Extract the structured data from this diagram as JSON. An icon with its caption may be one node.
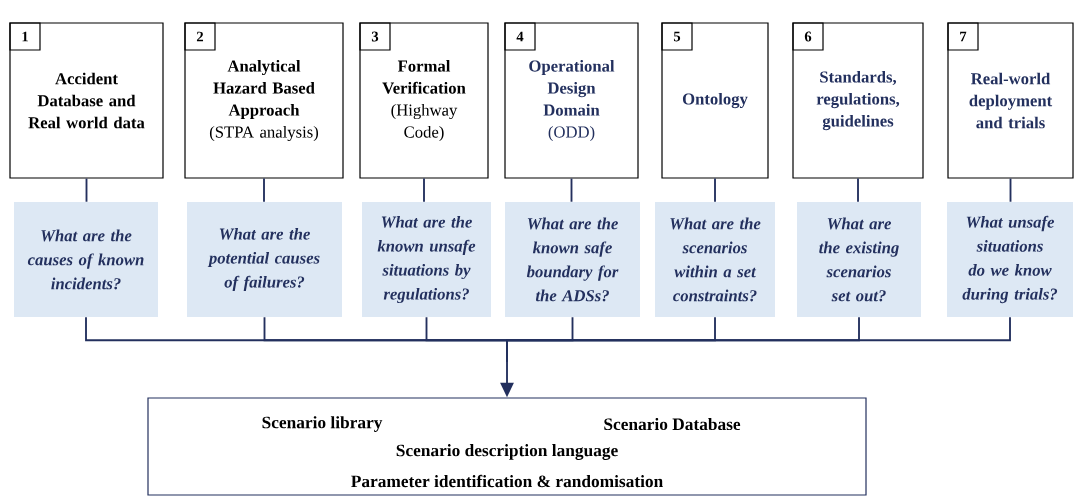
{
  "diagram": {
    "nodes": [
      {
        "text": [
          "Accident Database and Real world data"
        ]
      },
      {
        "text": [
          "1"
        ],
        "in": 0
      },
      {
        "text": [
          "Analytical Hazard Based Approach",
          "(STPA analysis)"
        ]
      },
      {
        "text": [
          "2"
        ],
        "in": 2
      },
      {
        "text": [
          "Formal Verification",
          "(Highway Code)"
        ]
      },
      {
        "text": [
          "3"
        ],
        "in": 4
      },
      {
        "text": [
          "Operational Design Domain",
          "(ODD)"
        ]
      },
      {
        "text": [
          "4"
        ],
        "in": 6
      },
      {
        "text": [
          "Ontology"
        ]
      },
      {
        "text": [
          "5"
        ],
        "in": 8
      },
      {
        "text": [
          "Standards, regulations, guidelines"
        ]
      },
      {
        "text": [
          "6"
        ],
        "in": 10
      },
      {
        "text": [
          "Real-world deployment and trials"
        ]
      },
      {
        "text": [
          "7"
        ],
        "in": 12
      },
      {
        "text": [
          "What are the causes of known incidents?"
        ]
      },
      {
        "text": [
          "What are the potential causes of failures?"
        ]
      },
      {
        "text": [
          "What are the known unsafe situations by regulations?"
        ]
      },
      {
        "text": [
          "What are the known safe boundary for the ADSs?"
        ]
      },
      {
        "text": [
          "What are the scenarios within a set constraints?"
        ]
      },
      {
        "text": [
          "What are the existing scenarios set out?"
        ]
      },
      {
        "text": [
          "What unsafe situations do we know during trials?"
        ]
      },
      {
        "text": [
          "Scenario library",
          "Scenario Database",
          "Scenario description language",
          "Parameter identification & randomisation"
        ]
      }
    ],
    "edges": [
      {
        "from": 0,
        "to": 14,
        "arrow": "none"
      },
      {
        "from": 2,
        "to": 15,
        "arrow": "none"
      },
      {
        "from": 4,
        "to": 16,
        "arrow": "none"
      },
      {
        "from": 6,
        "to": 17,
        "arrow": "none"
      },
      {
        "from": 8,
        "to": 18,
        "arrow": "none"
      },
      {
        "from": 10,
        "to": 19,
        "arrow": "none"
      },
      {
        "from": 12,
        "to": 20,
        "arrow": "none"
      },
      {
        "from": 14,
        "to": 21,
        "arrow": "to"
      },
      {
        "from": 15,
        "to": 21,
        "arrow": "to"
      },
      {
        "from": 16,
        "to": 21,
        "arrow": "to"
      },
      {
        "from": 17,
        "to": 21,
        "arrow": "to"
      },
      {
        "from": 18,
        "to": 21,
        "arrow": "to"
      },
      {
        "from": 19,
        "to": 21,
        "arrow": "to"
      },
      {
        "from": 20,
        "to": 21,
        "arrow": "to"
      }
    ]
  }
}
